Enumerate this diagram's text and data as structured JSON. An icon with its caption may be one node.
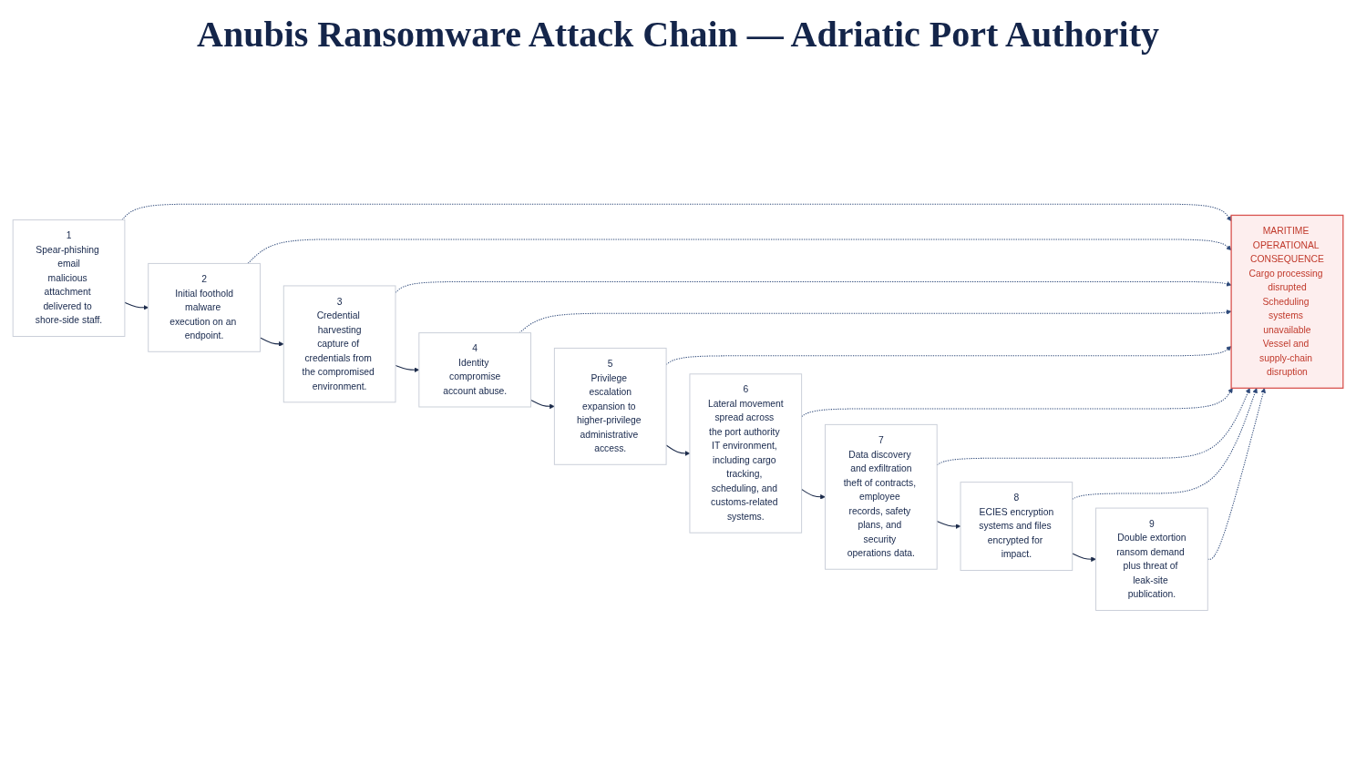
{
  "diagram": {
    "title": "Anubis Ransomware Attack Chain — Adriatic Port Authority",
    "nodes": [
      {
        "text": [
          "1",
          "Spear-phishing email",
          "malicious attachment delivered to shore-side staff."
        ]
      },
      {
        "text": [
          "2",
          "Initial foothold",
          "malware execution on an endpoint."
        ]
      },
      {
        "text": [
          "3",
          "Credential harvesting",
          "capture of credentials from the compromised environment."
        ]
      },
      {
        "text": [
          "4",
          "Identity compromise",
          "account abuse."
        ]
      },
      {
        "text": [
          "5",
          "Privilege escalation",
          "expansion to higher-privilege administrative access."
        ]
      },
      {
        "text": [
          "6",
          "Lateral movement",
          "spread across the port authority IT environment, including cargo tracking, scheduling, and customs-related systems."
        ]
      },
      {
        "text": [
          "7",
          "Data discovery and exfiltration",
          "theft of contracts, employee records, safety plans, and security operations data."
        ]
      },
      {
        "text": [
          "8",
          "ECIES encryption",
          "systems and files encrypted for impact."
        ]
      },
      {
        "text": [
          "9",
          "Double extortion",
          "ransom demand plus threat of leak-site publication."
        ]
      },
      {
        "text": [
          "MARITIME OPERATIONAL CONSEQUENCE",
          "Cargo processing disrupted",
          "Scheduling systems unavailable",
          "Vessel and supply-chain disruption"
        ]
      }
    ],
    "edges": [
      {
        "from": 0,
        "to": 1,
        "arrow": "to"
      },
      {
        "from": 1,
        "to": 2,
        "arrow": "to"
      },
      {
        "from": 2,
        "to": 3,
        "arrow": "to"
      },
      {
        "from": 3,
        "to": 4,
        "arrow": "to"
      },
      {
        "from": 4,
        "to": 5,
        "arrow": "to"
      },
      {
        "from": 5,
        "to": 6,
        "arrow": "to"
      },
      {
        "from": 6,
        "to": 7,
        "arrow": "to"
      },
      {
        "from": 7,
        "to": 8,
        "arrow": "to"
      },
      {
        "from": 0,
        "to": 9,
        "arrow": "to",
        "style": "dashed"
      },
      {
        "from": 1,
        "to": 9,
        "arrow": "to",
        "style": "dashed"
      },
      {
        "from": 2,
        "to": 9,
        "arrow": "to",
        "style": "dashed"
      },
      {
        "from": 3,
        "to": 9,
        "arrow": "to",
        "style": "dashed"
      },
      {
        "from": 4,
        "to": 9,
        "arrow": "to",
        "style": "dashed"
      },
      {
        "from": 5,
        "to": 9,
        "arrow": "to",
        "style": "dashed"
      },
      {
        "from": 6,
        "to": 9,
        "arrow": "to",
        "style": "dashed"
      },
      {
        "from": 7,
        "to": 9,
        "arrow": "to",
        "style": "dashed"
      },
      {
        "from": 8,
        "to": 9,
        "arrow": "to",
        "style": "dashed"
      }
    ]
  }
}
